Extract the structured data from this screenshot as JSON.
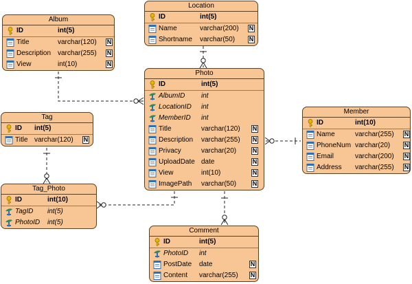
{
  "entities": {
    "album": {
      "title": "Album",
      "rows": [
        {
          "name": "ID",
          "type": "int(5)",
          "kind": "pk",
          "icon": "key-icon"
        },
        {
          "name": "Title",
          "type": "varchar(120)",
          "kind": "col",
          "icon": "column-icon",
          "nn": "N"
        },
        {
          "name": "Description",
          "type": "varchar(255)",
          "kind": "col",
          "icon": "column-icon",
          "nn": "N"
        },
        {
          "name": "View",
          "type": "int(10)",
          "kind": "col",
          "icon": "column-icon",
          "nn": "N"
        }
      ]
    },
    "location": {
      "title": "Location",
      "rows": [
        {
          "name": "ID",
          "type": "int(5)",
          "kind": "pk",
          "icon": "key-icon"
        },
        {
          "name": "Name",
          "type": "varchar(200)",
          "kind": "col",
          "icon": "column-icon",
          "nn": "N"
        },
        {
          "name": "Shortname",
          "type": "varchar(50)",
          "kind": "col",
          "icon": "column-icon",
          "nn": "N"
        }
      ]
    },
    "photo": {
      "title": "Photo",
      "rows": [
        {
          "name": "ID",
          "type": "int(5)",
          "kind": "pk",
          "icon": "key-icon"
        },
        {
          "name": "AlbumID",
          "type": "int",
          "kind": "fk",
          "icon": "foreign-key-icon"
        },
        {
          "name": "LocationID",
          "type": "int",
          "kind": "fk",
          "icon": "foreign-key-icon"
        },
        {
          "name": "MemberID",
          "type": "int",
          "kind": "fk",
          "icon": "foreign-key-icon"
        },
        {
          "name": "Title",
          "type": "varchar(120)",
          "kind": "col",
          "icon": "column-icon",
          "nn": "N"
        },
        {
          "name": "Description",
          "type": "varchar(255)",
          "kind": "col",
          "icon": "column-icon",
          "nn": "N"
        },
        {
          "name": "Privacy",
          "type": "varchar(20)",
          "kind": "col",
          "icon": "column-icon",
          "nn": "N"
        },
        {
          "name": "UploadDate",
          "type": "date",
          "kind": "col",
          "icon": "column-icon",
          "nn": "N"
        },
        {
          "name": "View",
          "type": "int(10)",
          "kind": "col",
          "icon": "column-icon",
          "nn": "N"
        },
        {
          "name": "ImagePath",
          "type": "varchar(50)",
          "kind": "col",
          "icon": "column-icon",
          "nn": "N"
        }
      ]
    },
    "tag": {
      "title": "Tag",
      "rows": [
        {
          "name": "ID",
          "type": "int(5)",
          "kind": "pk",
          "icon": "key-icon"
        },
        {
          "name": "Title",
          "type": "varchar(120)",
          "kind": "col",
          "icon": "column-icon",
          "nn": "N"
        }
      ]
    },
    "tag_photo": {
      "title": "Tag_Photo",
      "rows": [
        {
          "name": "ID",
          "type": "int(10)",
          "kind": "pk",
          "icon": "key-icon"
        },
        {
          "name": "TagID",
          "type": "int(5)",
          "kind": "fk",
          "icon": "foreign-key-icon"
        },
        {
          "name": "PhotoID",
          "type": "int(5)",
          "kind": "fk",
          "icon": "foreign-key-icon"
        }
      ]
    },
    "member": {
      "title": "Member",
      "rows": [
        {
          "name": "ID",
          "type": "int(10)",
          "kind": "pk",
          "icon": "key-icon"
        },
        {
          "name": "Name",
          "type": "varchar(255)",
          "kind": "col",
          "icon": "column-icon",
          "nn": "N"
        },
        {
          "name": "PhoneNum",
          "type": "varchar(20)",
          "kind": "col",
          "icon": "column-icon",
          "nn": "N"
        },
        {
          "name": "Email",
          "type": "varchar(200)",
          "kind": "col",
          "icon": "column-icon",
          "nn": "N"
        },
        {
          "name": "Address",
          "type": "varchar(255)",
          "kind": "col",
          "icon": "column-icon",
          "nn": "N"
        }
      ]
    },
    "comment": {
      "title": "Comment",
      "rows": [
        {
          "name": "ID",
          "type": "int(5)",
          "kind": "pk",
          "icon": "key-icon"
        },
        {
          "name": "PhotoID",
          "type": "int",
          "kind": "fk",
          "icon": "foreign-key-icon"
        },
        {
          "name": "PostDate",
          "type": "date",
          "kind": "col",
          "icon": "column-icon",
          "nn": "N"
        },
        {
          "name": "Content",
          "type": "varchar(255)",
          "kind": "col",
          "icon": "column-icon",
          "nn": "N"
        }
      ]
    }
  },
  "relationships": [
    {
      "from": "album",
      "to": "photo",
      "from_end": "one",
      "to_end": "zero-or-many"
    },
    {
      "from": "location",
      "to": "photo",
      "from_end": "one",
      "to_end": "zero-or-many"
    },
    {
      "from": "member",
      "to": "photo",
      "from_end": "one",
      "to_end": "zero-or-many"
    },
    {
      "from": "photo",
      "to": "tag_photo",
      "from_end": "one",
      "to_end": "zero-or-many"
    },
    {
      "from": "tag",
      "to": "tag_photo",
      "from_end": "one",
      "to_end": "zero-or-many"
    },
    {
      "from": "photo",
      "to": "comment",
      "from_end": "one",
      "to_end": "zero-or-many"
    }
  ],
  "colors": {
    "entity_fill": "#f7c694",
    "entity_border": "#5a4020",
    "key": "#e8b800",
    "column_icon": "#2f6fb8",
    "fk_leaf": "#2e8b57"
  }
}
